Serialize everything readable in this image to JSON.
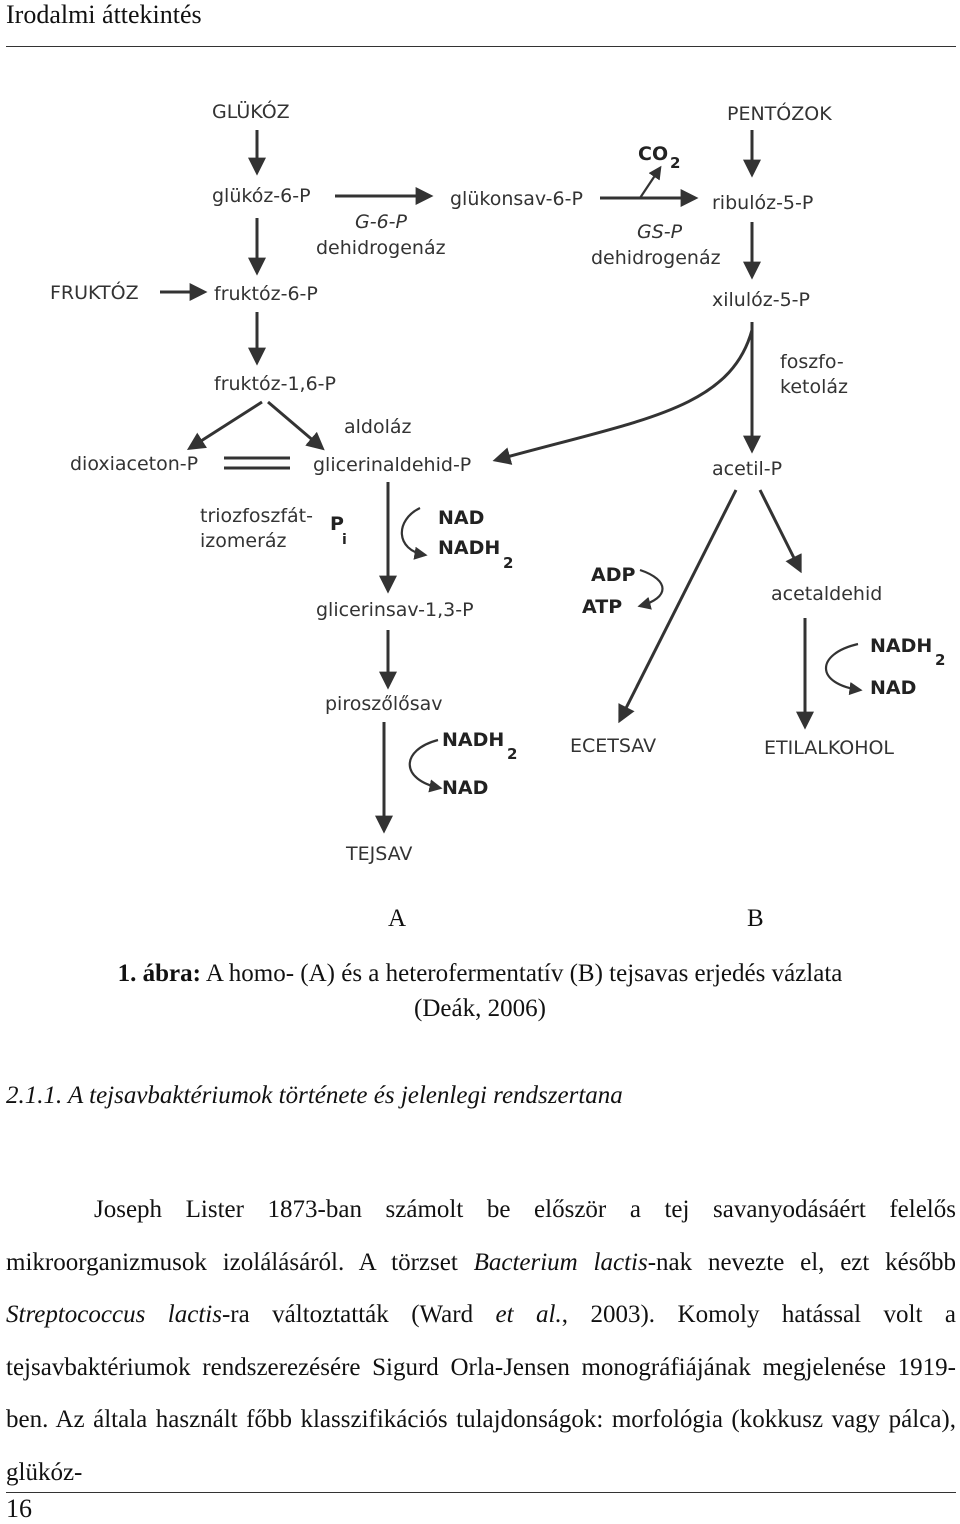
{
  "header": {
    "running_title": "Irodalmi áttekintés"
  },
  "diagram": {
    "nodes": {
      "glukoz": "GLÜKÓZ",
      "glukoz6p": "glükóz-6-P",
      "fruktoz": "FRUKTÓZ",
      "fruktoz6p": "fruktóz-6-P",
      "fruktoz16p": "fruktóz-1,6-P",
      "aldolaz": "aldoláz",
      "dioxiaceton": "dioxiaceton-P",
      "glicerinaldehid": "glicerinaldehid-P",
      "triozfoszfat1": "triozfoszfát-",
      "triozfoszfat2": "izomeráz",
      "p": "P",
      "i": "i",
      "nad1": "NAD",
      "nadh1": "NADH",
      "nadh1_sub": "2",
      "glicerinsav": "glicerinsav-1,3-P",
      "piroszolosav": "piroszőlősav",
      "nadh2": "NADH",
      "nadh2_sub": "2",
      "nad2": "NAD",
      "tejsav": "TEJSAV",
      "g6p_enzyme": "G-6-P",
      "g6p_enzyme2": "dehidrogenáz",
      "glukonsav": "glükonsav-6-P",
      "co2": "CO",
      "co2_sub": "2",
      "gsp_enzyme": "GS-P",
      "gsp_enzyme2": "dehidrogenáz",
      "pentozok": "PENTÓZOK",
      "ribuloz": "ribulóz-5-P",
      "xiluloz": "xilulóz-5-P",
      "foszfo1": "foszfo-",
      "foszfo2": "ketoláz",
      "acetilp": "acetil-P",
      "adp": "ADP",
      "atp": "ATP",
      "acetaldehid": "acetaldehid",
      "nadh3": "NADH",
      "nadh3_sub": "2",
      "nad3": "NAD",
      "ecetsav": "ECETSAV",
      "etilalkohol": "ETILALKOHOL"
    },
    "panel_a": "A",
    "panel_b": "B"
  },
  "caption": {
    "label": "1. ábra:",
    "text": " A homo- (A) és a heterofermentatív (B) tejsavas erjedés vázlata",
    "line2": "(Deák, 2006)"
  },
  "section": {
    "title": "2.1.1.  A tejsavbaktériumok története és jelenlegi rendszertana"
  },
  "body": {
    "p1": "Joseph Lister 1873-ban számolt be először a tej savanyodásáért felelős mikroorganizmusok izolálásáról. A törzset ",
    "p1_italic1": "Bacterium lactis",
    "p1_b": "-nak nevezte el, ezt később ",
    "p1_italic2": "Streptococcus lactis",
    "p1_c": "-ra változtatták (Ward ",
    "p1_italic3": "et al.",
    "p1_d": ", 2003). Komoly hatással volt a tejsavbaktériumok rendszerezésére Sigurd Orla-Jensen monográfiájának megjelenése 1919-ben. Az általa használt főbb klasszifikációs tulajdonságok: morfológia (kokkusz vagy pálca), glükóz-"
  },
  "footer": {
    "page_number": "16"
  }
}
